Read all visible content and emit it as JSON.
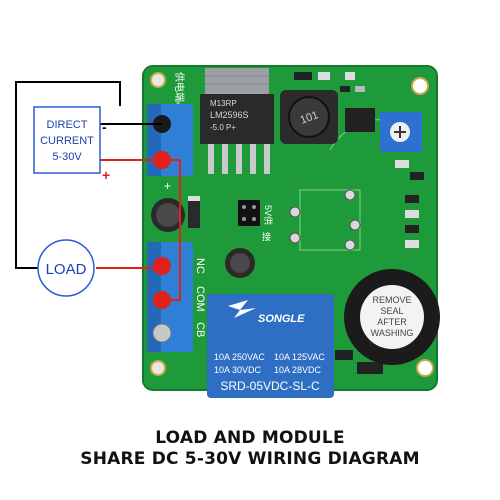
{
  "power_box": {
    "line1": "DIRECT",
    "line2": "CURRENT",
    "line3": "5-30V",
    "minus": "-",
    "plus": "+"
  },
  "load_label": "LOAD",
  "ic": {
    "line1": "M13RP",
    "line2": "LM2596S",
    "line3": "-5.0  P+"
  },
  "inductor_mark": "101",
  "board_labels": {
    "supply_cn": "供电端",
    "minus": "-",
    "plus": "+",
    "nc": "NC",
    "com": "COM",
    "cb": "CB",
    "jumper_cn": "5V供",
    "jumper_cn2": "接"
  },
  "relay": {
    "brand": "SONGLE",
    "row1a": "10A 250VAC",
    "row1b": "10A 125VAC",
    "row2a": "10A  30VDC",
    "row2b": "10A  28VDC",
    "model": "SRD-05VDC-SL-C"
  },
  "buzzer": {
    "line1": "REMOVE",
    "line2": "SEAL",
    "line3": "AFTER",
    "line4": "WASHING"
  },
  "caption": {
    "line1": "LOAD AND MODULE",
    "line2": "SHARE DC 5-30V WIRING DIAGRAM"
  },
  "colors": {
    "pcb": "#1f9a3a",
    "terminal": "#2f7fd6",
    "relay": "#2e6fc4",
    "wire_red": "#e0201b",
    "wire_black": "#000000",
    "load_ring": "#2a5bd6"
  }
}
